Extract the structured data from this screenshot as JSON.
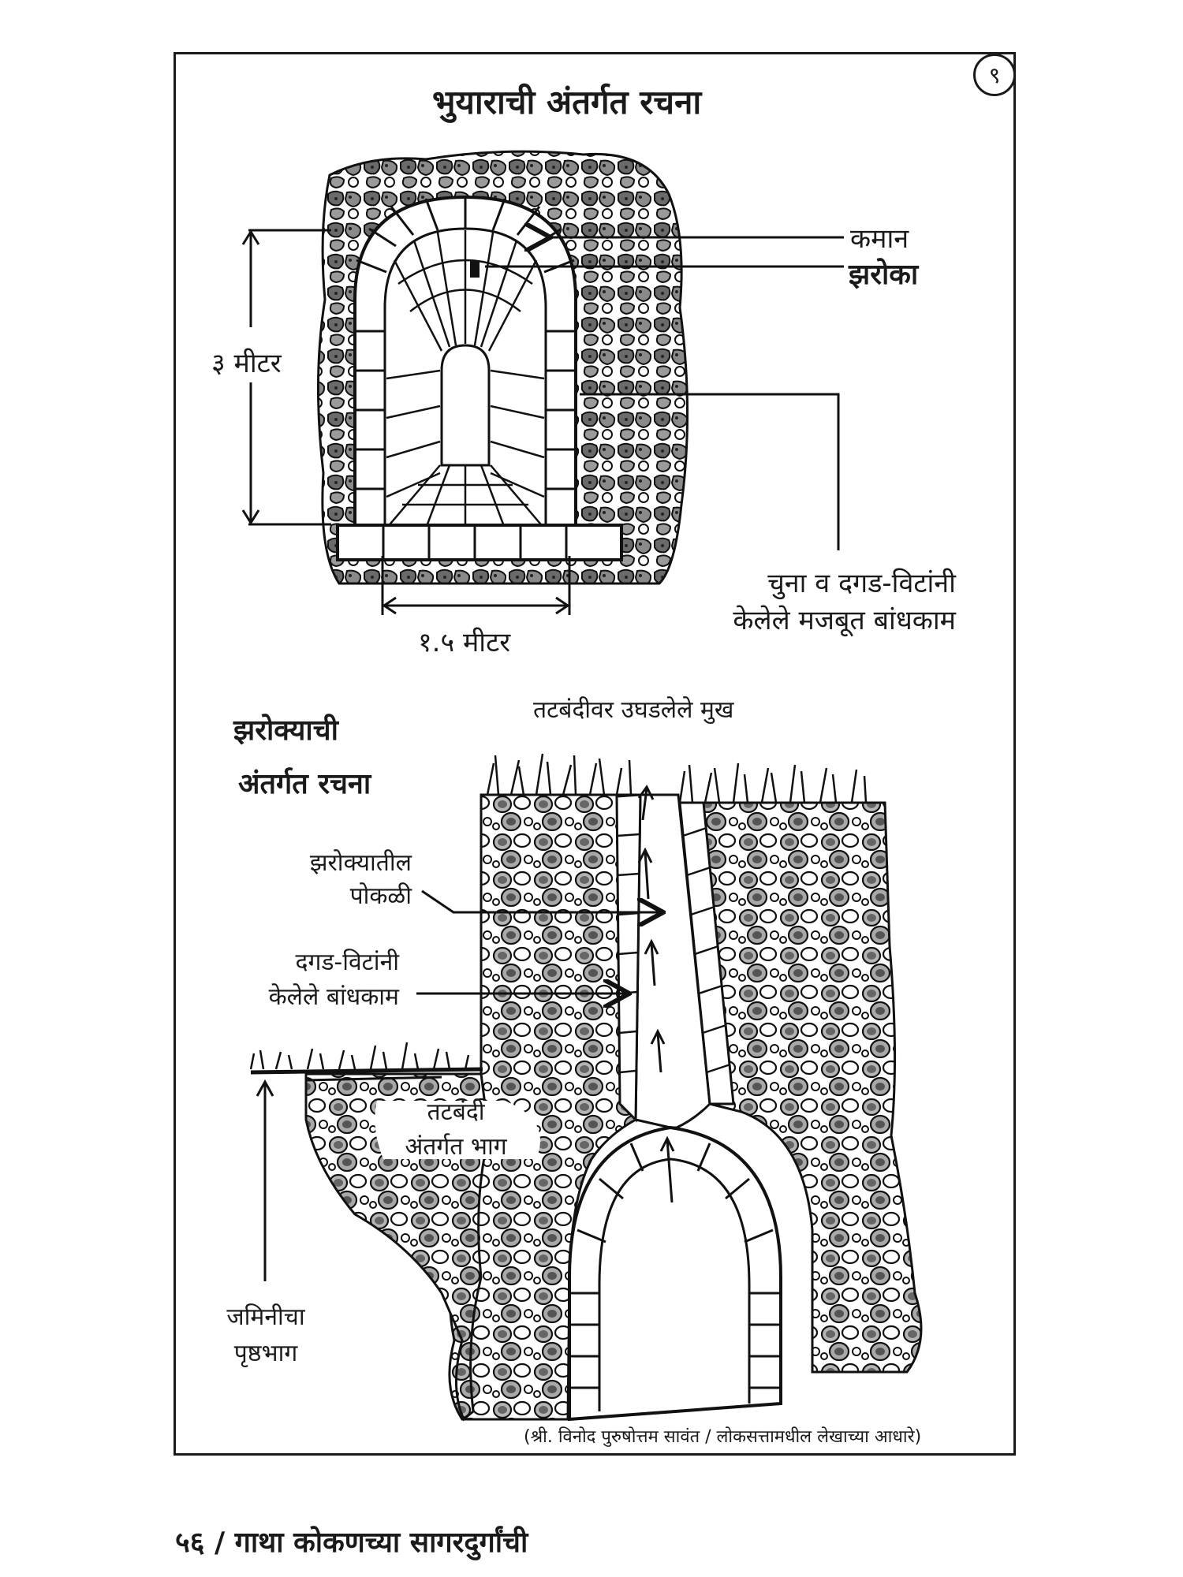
{
  "page": {
    "figure_number": "९",
    "title": "भुयाराची अंतर्गत  रचना",
    "credit": "(श्री. विनोद पुरुषोत्तम सावंत / लोकसत्तामधील लेखाच्या आधारे)",
    "footer": "५६ / गाथा कोकणच्या सागरदुर्गांची"
  },
  "tunnel_diagram": {
    "labels": {
      "arch": "कमान",
      "window": "झरोका",
      "height": "३ मीटर",
      "width": "१.५ मीटर",
      "masonry_line1": "चुना व दगड-विटांनी",
      "masonry_line2": "केलेले मजबूत बांधकाम"
    },
    "dimensions": {
      "height_m": 3,
      "width_m": 1.5
    }
  },
  "window_diagram": {
    "heading_line1": "झरोक्याची",
    "heading_line2": "अंतर्गत रचना",
    "labels": {
      "opening_top": "तटबंदीवर उघडलेले मुख",
      "shaft_line1": "झरोक्यातील",
      "shaft_line2": "पोकळी",
      "masonry_line1": "दगड-विटांनी",
      "masonry_line2": "केलेले बांधकाम",
      "rampart_line1": "तटबंदी",
      "rampart_line2": "अंतर्गत भाग",
      "ground_line1": "जमिनीचा",
      "ground_line2": "पृष्ठभाग"
    }
  }
}
